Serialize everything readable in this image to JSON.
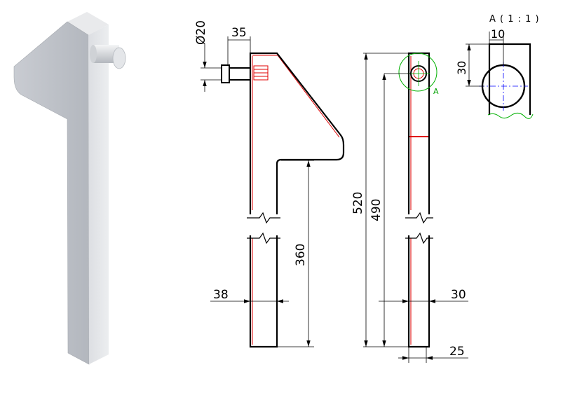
{
  "views": {
    "front": {
      "width_label": "38",
      "lower_height_label": "360",
      "pin_diameter_label": "Ø20",
      "pin_length_label": "35"
    },
    "side": {
      "total_height_label": "520",
      "pin_height_label": "490",
      "thickness_label": "30",
      "offset_label": "25"
    },
    "detail": {
      "title": "A ( 1 : 1 )",
      "marker": "A",
      "top_offset_label": "10",
      "height_label": "30"
    }
  },
  "colors": {
    "outline": "#000000",
    "section": "#e00000",
    "detail_marker": "#00b000",
    "center_line": "#0000ff"
  }
}
